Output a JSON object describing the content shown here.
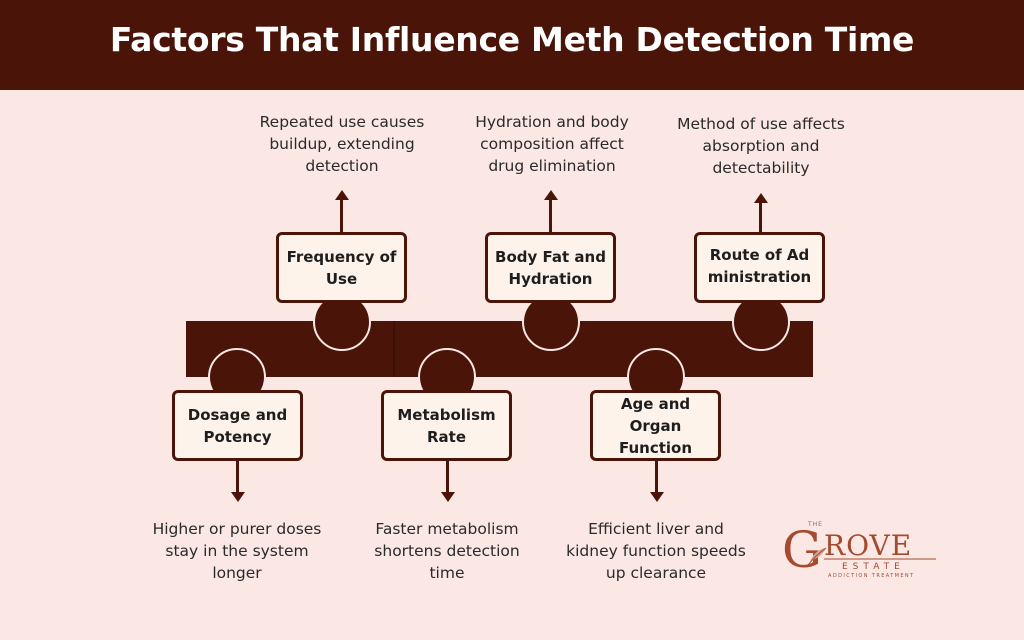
{
  "header": {
    "title": "Factors That Influence Meth Detection Time"
  },
  "factors_top": [
    {
      "label": "Frequency of Use",
      "description": "Repeated use causes buildup, extending detection"
    },
    {
      "label": "Body Fat and Hydration",
      "description": "Hydration and body composition affect drug elimination"
    },
    {
      "label": "Route of Administration",
      "description": "Method of use affects absorption and detectability"
    }
  ],
  "factors_bottom": [
    {
      "label": "Dosage and Potency",
      "description": "Higher or purer doses stay in the system longer"
    },
    {
      "label": "Metabolism Rate",
      "description": "Faster metabolism shortens detection time"
    },
    {
      "label": "Age and Organ Function",
      "description": "Efficient liver and kidney function speeds up clearance"
    }
  ],
  "logo": {
    "the": "THE",
    "big_letter": "G",
    "word": "ROVE",
    "estate": "ESTATE",
    "tagline": "ADDICTION TREATMENT"
  },
  "colors": {
    "dark_brown": "#4a1508",
    "background": "#fbe8e5",
    "box_fill": "#fdf3ea",
    "logo_rust": "#a5492f"
  }
}
